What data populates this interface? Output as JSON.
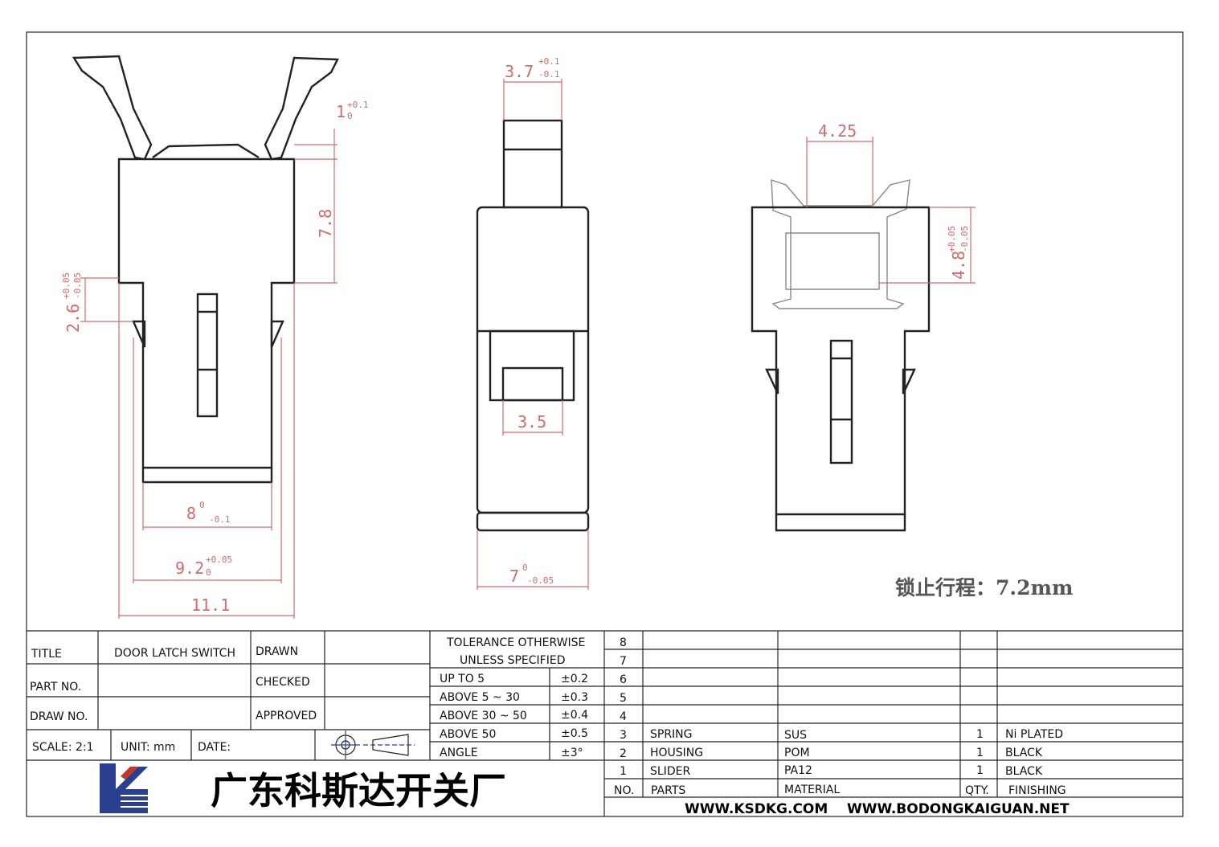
{
  "drawing": {
    "dimensions": {
      "slider_width": "3.7",
      "slider_width_tol_upper": "+0.1",
      "slider_width_tol_lower": "-0.1",
      "top_offset": "1",
      "top_offset_tol_upper": "+0.1",
      "top_offset_tol_lower": "0",
      "housing_height": "7.8",
      "side_step": "2.6",
      "side_step_tol_upper": "+0.05",
      "side_step_tol_lower": "-0.05",
      "bottom_width": "8",
      "bottom_width_tol_upper": "0",
      "bottom_width_tol_lower": "-0.1",
      "mid_width": "9.2",
      "mid_width_tol_upper": "+0.05",
      "mid_width_tol_lower": "0",
      "overall_width": "11.1",
      "window_width": "3.5",
      "body_width": "7",
      "body_width_tol_upper": "0",
      "body_width_tol_lower": "-0.05",
      "opening_width": "4.25",
      "frame_height": "4.8",
      "frame_height_tol_upper": "+0.05",
      "frame_height_tol_lower": "-0.05"
    },
    "note": "锁止行程：7.2mm"
  },
  "title_block": {
    "title_label": "TITLE",
    "title_value": "DOOR  LATCH  SWITCH",
    "part_no_label": "PART  NO.",
    "draw_no_label": "DRAW  NO.",
    "drawn_label": "DRAWN",
    "checked_label": "CHECKED",
    "approved_label": "APPROVED",
    "scale": "SCALE:  2:1",
    "unit": "UNIT:  mm",
    "date": "DATE:",
    "tolerance_header_1": "TOLERANCE  OTHERWISE",
    "tolerance_header_2": "UNLESS  SPECIFIED",
    "tolerances": [
      {
        "range": "UP  TO  5",
        "value": "±0.2"
      },
      {
        "range": "ABOVE  5 ~ 30",
        "value": "±0.3"
      },
      {
        "range": "ABOVE  30 ~ 50",
        "value": "±0.4"
      },
      {
        "range": "ABOVE  50",
        "value": "±0.5"
      },
      {
        "range": "ANGLE",
        "value": "±3°"
      }
    ],
    "company": "广东科斯达开关厂",
    "urls": "WWW.KSDKG.COM    WWW.BODONGKAIGUAN.NET"
  },
  "bom": {
    "row_numbers": [
      "8",
      "7",
      "6",
      "5",
      "4"
    ],
    "rows": [
      {
        "no": "3",
        "part": "SPRING",
        "material": "SUS",
        "qty": "1",
        "finishing": "Ni  PLATED"
      },
      {
        "no": "2",
        "part": "HOUSING",
        "material": "POM",
        "qty": "1",
        "finishing": "BLACK"
      },
      {
        "no": "1",
        "part": "SLIDER",
        "material": "PA12",
        "qty": "1",
        "finishing": "BLACK"
      }
    ],
    "header": {
      "no": "NO.",
      "part": "PARTS",
      "material": "MATERIAL",
      "qty": "QTY.",
      "finishing": "FINISHING"
    }
  },
  "colors": {
    "dimension": "#d46a6a",
    "outline": "#222222",
    "logo_blue": "#2b3f8f",
    "logo_red": "#c0392b"
  }
}
